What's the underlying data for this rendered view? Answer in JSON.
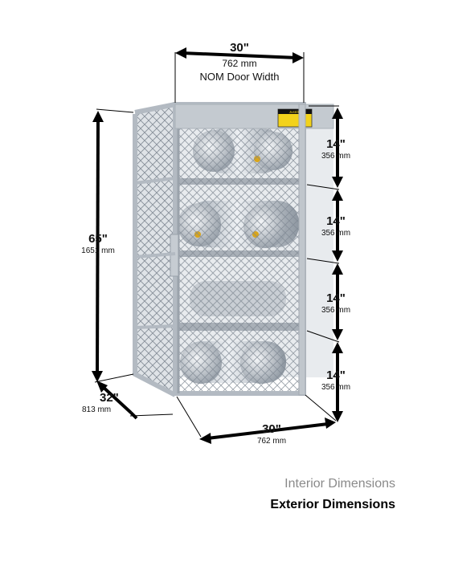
{
  "top_width": {
    "value": "30\"",
    "mm": "762 mm",
    "note": "NOM Door Width"
  },
  "height": {
    "value": "65\"",
    "mm": "1651 mm"
  },
  "depth": {
    "value": "32\"",
    "mm": "813 mm"
  },
  "bottom_width": {
    "value": "30\"",
    "mm": "762 mm"
  },
  "shelves": [
    {
      "value": "14\"",
      "mm": "356 mm"
    },
    {
      "value": "14\"",
      "mm": "356 mm"
    },
    {
      "value": "14\"",
      "mm": "356 mm"
    },
    {
      "value": "14\"",
      "mm": "356 mm"
    }
  ],
  "label_brand": "Justrite",
  "legend": {
    "interior": "Interior Dimensions",
    "exterior": "Exterior Dimensions"
  },
  "colors": {
    "frame": "#b9c0c8",
    "mesh": "#8e96a0",
    "label": "#f2d21b",
    "interior_text": "#8a8a8a"
  }
}
